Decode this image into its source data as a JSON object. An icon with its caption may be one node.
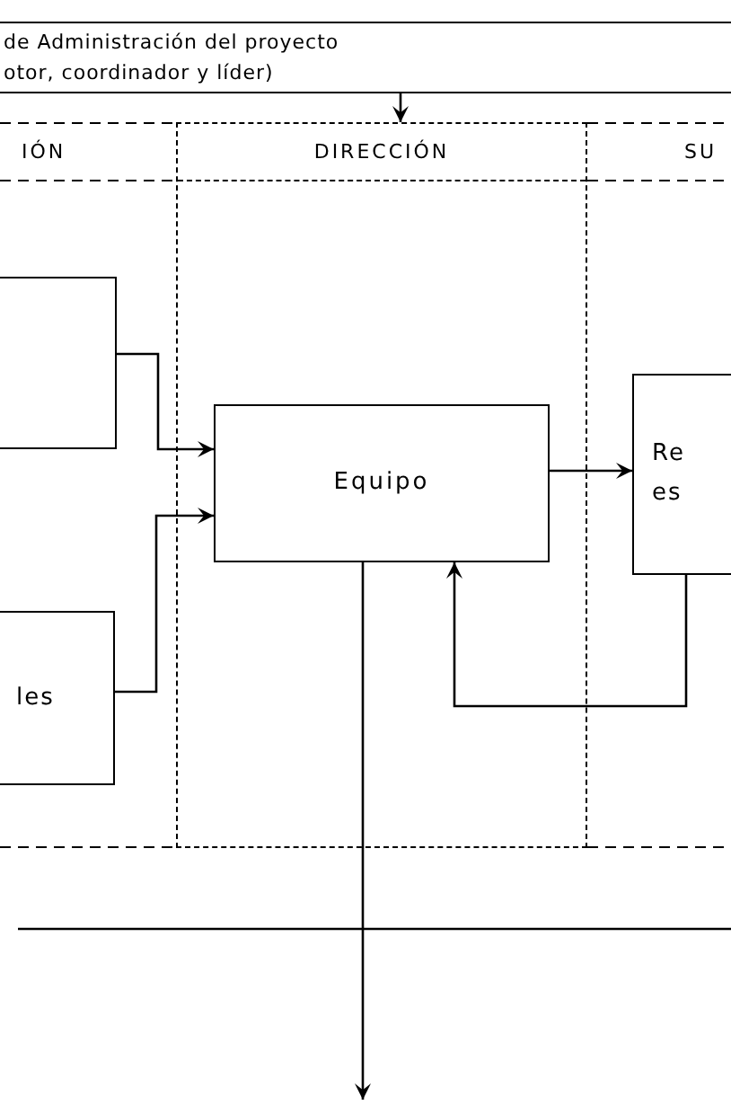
{
  "diagram": {
    "nodes": [
      {
        "text": [
          "de Administración del proyecto",
          "otor, coordinador y líder)"
        ]
      },
      {
        "text": [
          "DIRECCIÓN"
        ]
      },
      {
        "text": [],
        "shape": "box"
      },
      {
        "text": [
          "les"
        ]
      },
      {
        "text": [
          "Equipo"
        ],
        "in": 1
      },
      {
        "text": [
          "Re es"
        ]
      }
    ],
    "edges": [
      {
        "from": 0,
        "to": 1,
        "arrow": "to"
      },
      {
        "from": 2,
        "to": 4,
        "arrow": "to"
      },
      {
        "from": 3,
        "to": 4,
        "arrow": "to"
      },
      {
        "from": 4,
        "to": 5,
        "arrow": "to"
      },
      {
        "from": 5,
        "to": 4,
        "arrow": "to"
      },
      {
        "from": 4,
        "to": null,
        "arrow": "to"
      }
    ],
    "labels": [
      "IÓN",
      "SU"
    ]
  }
}
